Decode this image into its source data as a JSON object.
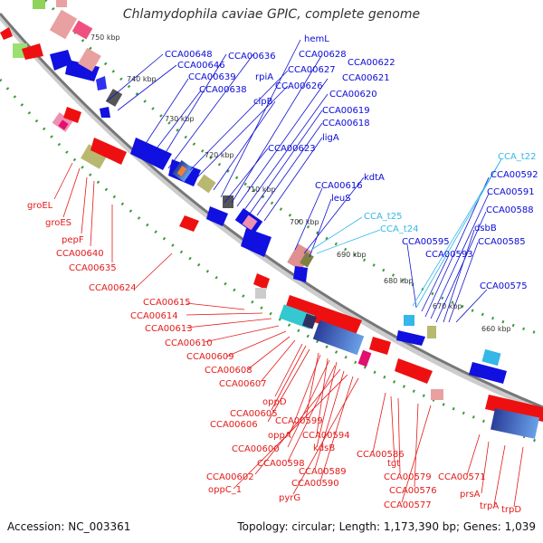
{
  "title": "Chlamydophila caviae GPIC, complete genome",
  "footer": {
    "accession": "Accession: NC_003361",
    "stats": "Topology: circular; Length: 1,173,390 bp; Genes: 1,039"
  },
  "colors": {
    "forward_gene": "#1010e0",
    "reverse_gene": "#ee1010",
    "rna_gene": "#35b7e8",
    "backbone": "#777777",
    "dotted_track": "#3a9a3a"
  },
  "ticks": [
    "750 kbp",
    "740 kbp",
    "730 kbp",
    "720 kbp",
    "710 kbp",
    "700 kbp",
    "690 kbp",
    "680 kbp",
    "670 kbp",
    "660 kbp"
  ],
  "blue_labels": [
    "hemL",
    "CCA00628",
    "CCA00648",
    "CCA00636",
    "CCA00646",
    "CCA00627",
    "rpiA",
    "CCA00622",
    "CCA00639",
    "CCA00621",
    "CCA00638",
    "CCA00626",
    "clpB",
    "CCA00620",
    "CCA00619",
    "CCA00618",
    "ligA",
    "CCA00623",
    "kdtA",
    "CCA00616",
    "leuS",
    "CCA00592",
    "CCA00591",
    "CCA00588",
    "dsbB",
    "CCA00585",
    "CCA00595",
    "CCA00593",
    "CCA00575"
  ],
  "cyan_labels": [
    "CCA_t22",
    "CCA_t25",
    "CCA_t24"
  ],
  "red_labels": [
    "groEL",
    "groES",
    "pepF",
    "CCA00640",
    "CCA00635",
    "CCA00624",
    "CCA00615",
    "CCA00614",
    "CCA00613",
    "CCA00610",
    "CCA00609",
    "CCA00608",
    "CCA00607",
    "oppD",
    "CCA00605",
    "CCA00606",
    "CCA00599",
    "oppA",
    "CCA00594",
    "CCA00600",
    "kdsB",
    "CCA00598",
    "CCA00586",
    "CCA00602",
    "tgt",
    "CCA00589",
    "CCA00579",
    "CCA00571",
    "oppC_1",
    "CCA00590",
    "CCA00576",
    "prsA",
    "pyrG",
    "CCA00577",
    "trpA",
    "trpD"
  ]
}
